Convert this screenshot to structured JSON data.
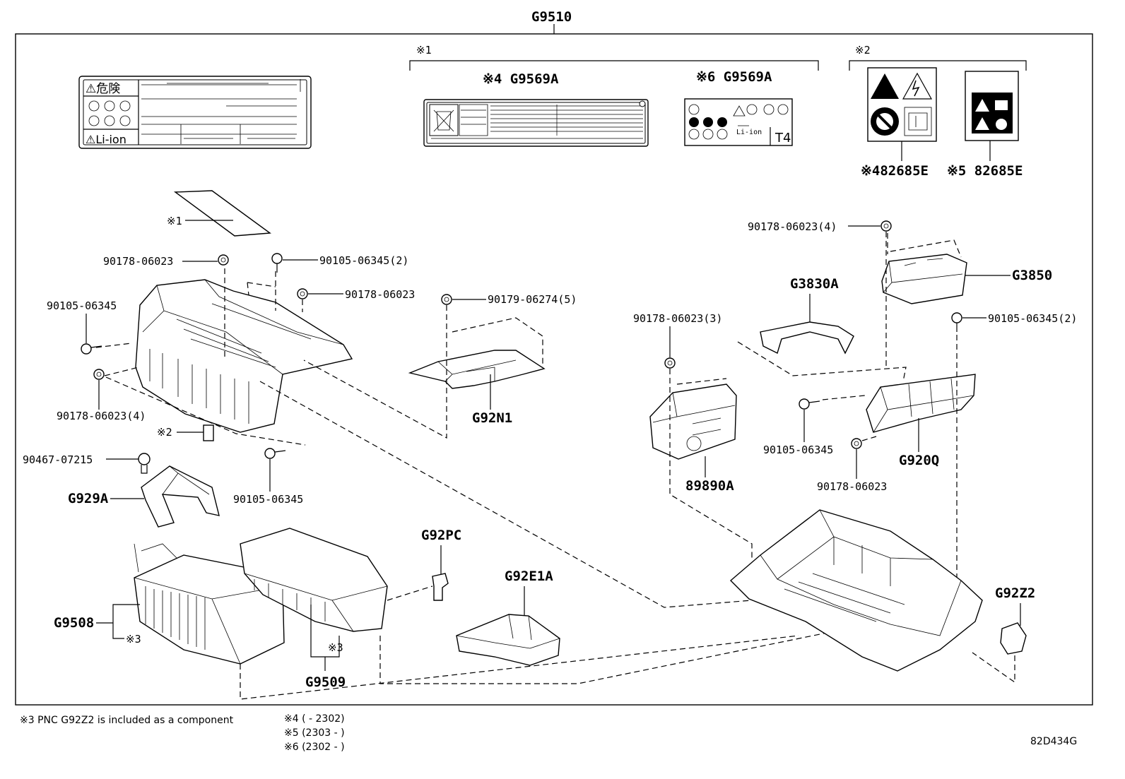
{
  "diagram": {
    "assembly_number": "G9510",
    "group_marks": {
      "mark1": "※1",
      "mark2": "※2"
    },
    "label_tags": {
      "danger_label_title": "⚠危険",
      "danger_label_liion": "⚠Li-ion",
      "label_g9569a_4": "※4 G9569A",
      "label_g9569a_6": "※6 G9569A",
      "label_82685e_4": "※482685E",
      "label_82685e_5": "※5 82685E",
      "t4": "T4",
      "liion_small": "Li-ion"
    },
    "callouts": {
      "m1": "※1",
      "m2": "※2",
      "p90178_top": "90178-06023",
      "p90105_top_2": "90105-06345(2)",
      "p90178_mid": "90178-06023",
      "p90105_left": "90105-06345",
      "p90178_4_left": "90178-06023(4)",
      "p90179": "90179-06274(5)",
      "pG92N1": "G92N1",
      "p90467": "90467-07215",
      "pG929A": "G929A",
      "p90105_lower": "90105-06345",
      "p90178_4_right": "90178-06023(4)",
      "pG3850": "G3850",
      "pG3830A": "G3830A",
      "p90178_3": "90178-06023(3)",
      "p90105_right_2": "90105-06345(2)",
      "p89890A": "89890A",
      "p90105_right": "90105-06345",
      "pG920Q": "G920Q",
      "p90178_right": "90178-06023",
      "pG92PC": "G92PC",
      "pG92E1A": "G92E1A",
      "pG92Z2": "G92Z2",
      "pG9508": "G9508",
      "m3_left": "※3",
      "pG9509": "G9509",
      "m3_right": "※3"
    }
  },
  "footnotes": {
    "note3": "※3 PNC G92Z2 is included as a component",
    "note4": "※4 (      - 2302)",
    "note5": "※5 (2303 -      )",
    "note6": "※6 (2302 -      )"
  },
  "drawing_ref": "82D434G"
}
